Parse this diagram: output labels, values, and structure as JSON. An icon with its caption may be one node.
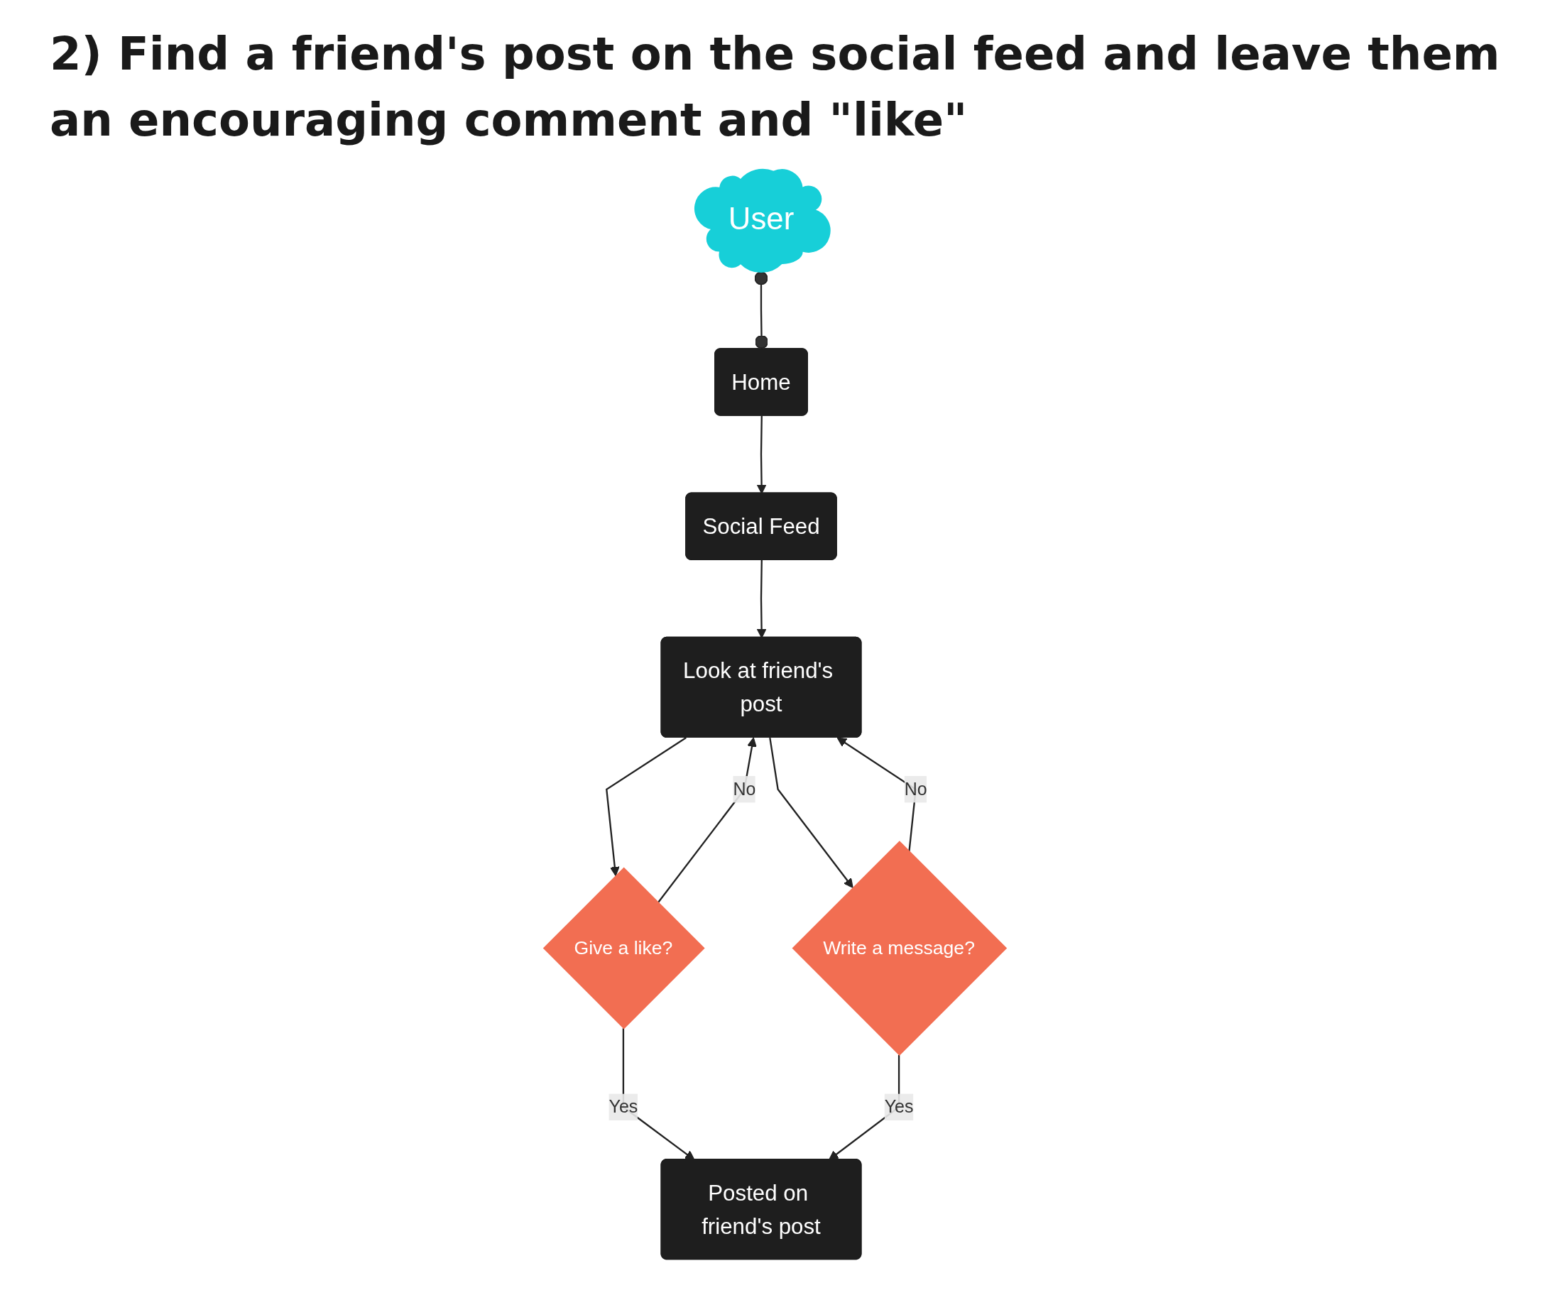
{
  "diagram": {
    "title": "2) Find a friend's post on the social feed and leave them an encouraging comment and \"like\"",
    "nodes": [
      {
        "text": [
          "User"
        ]
      },
      {
        "text": [
          "Home"
        ]
      },
      {
        "text": [
          "Social Feed"
        ]
      },
      {
        "text": [
          "Look at friend's post"
        ]
      },
      {
        "text": [
          "Give a like?"
        ]
      },
      {
        "text": [
          "Write a message?"
        ]
      },
      {
        "text": [
          "Posted on friend's post"
        ]
      }
    ],
    "edges": [
      {
        "from": 0,
        "to": 1,
        "arrow": "other"
      },
      {
        "from": 1,
        "to": 2,
        "arrow": "to"
      },
      {
        "from": 2,
        "to": 3,
        "arrow": "to"
      },
      {
        "from": 3,
        "to": 4,
        "arrow": "to"
      },
      {
        "from": 3,
        "to": 5,
        "arrow": "to"
      },
      {
        "from": 4,
        "to": 3,
        "label": "No",
        "arrow": "to"
      },
      {
        "from": 5,
        "to": 3,
        "label": "No",
        "arrow": "to"
      },
      {
        "from": 4,
        "to": 6,
        "label": "Yes",
        "arrow": "to"
      },
      {
        "from": 5,
        "to": 6,
        "label": "Yes",
        "arrow": "to"
      }
    ]
  }
}
